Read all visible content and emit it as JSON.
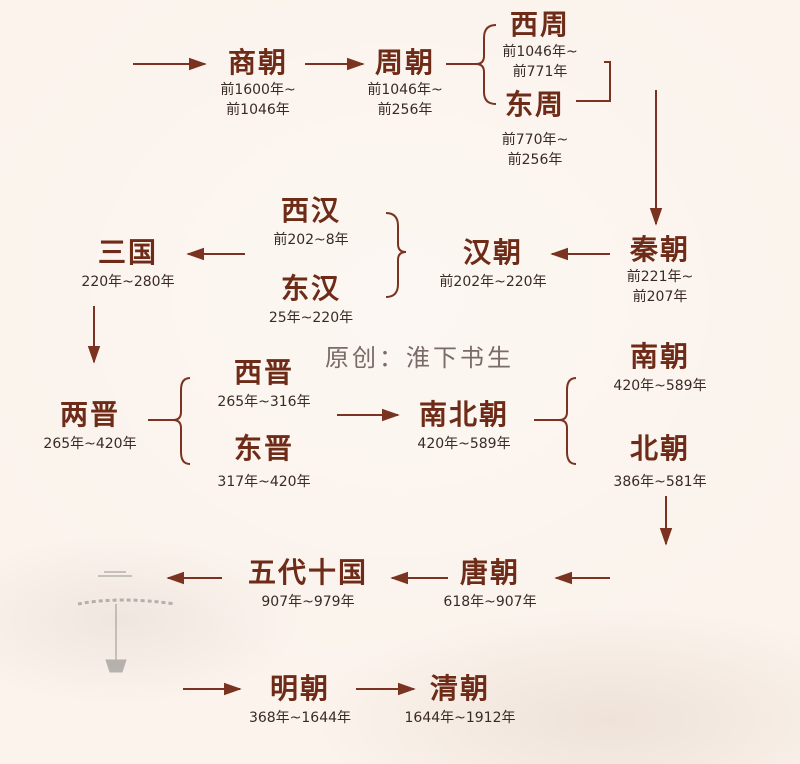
{
  "dynasties": {
    "shang": {
      "name": "商朝",
      "date_start": "前1600年~",
      "date_end": "前1046年"
    },
    "zhou": {
      "name": "周朝",
      "date_start": "前1046年~",
      "date_end": "前256年"
    },
    "xizhou": {
      "name": "西周",
      "date_start": "前1046年~",
      "date_end": "前771年"
    },
    "dongzhou": {
      "name": "东周",
      "date_start": "前770年~",
      "date_end": "前256年"
    },
    "qin": {
      "name": "秦朝",
      "date_start": "前221年~",
      "date_end": "前207年"
    },
    "han": {
      "name": "汉朝",
      "date": "前202年~220年"
    },
    "xihan": {
      "name": "西汉",
      "date": "前202~8年"
    },
    "donghan": {
      "name": "东汉",
      "date": "25年~220年"
    },
    "sanguo": {
      "name": "三国",
      "date": "220年~280年"
    },
    "liangjin": {
      "name": "两晋",
      "date": "265年~420年"
    },
    "xijin": {
      "name": "西晋",
      "date": "265年~316年"
    },
    "dongjin": {
      "name": "东晋",
      "date": "317年~420年"
    },
    "nanbeichao": {
      "name": "南北朝",
      "date": "420年~589年"
    },
    "nanchao": {
      "name": "南朝",
      "date": "420年~589年"
    },
    "beichao": {
      "name": "北朝",
      "date": "386年~581年"
    },
    "tang": {
      "name": "唐朝",
      "date": "618年~907年"
    },
    "wudai": {
      "name": "五代十国",
      "date": "907年~979年"
    },
    "ming": {
      "name": "明朝",
      "date": "368年~1644年"
    },
    "qing": {
      "name": "清朝",
      "date": "1644年~1912年"
    }
  },
  "watermark": "原创：淮下书生",
  "colors": {
    "title": "#6e2b17",
    "text": "#3a2a24",
    "line": "#7a3320",
    "background": "#fbf3ec"
  }
}
